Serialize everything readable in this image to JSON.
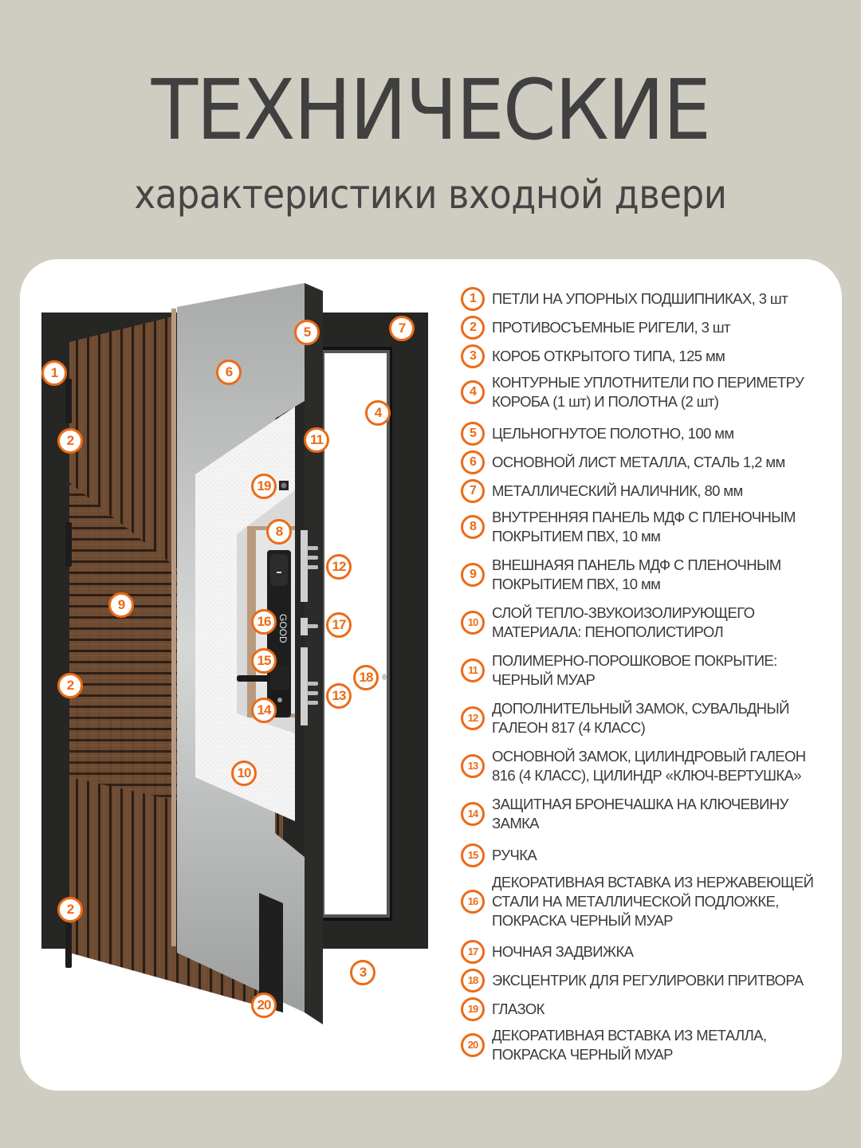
{
  "header": {
    "title": "ТЕХНИЧЕСКИЕ",
    "subtitle": "характеристики входной двери"
  },
  "colors": {
    "background": "#cfcdc2",
    "card": "#ffffff",
    "accent_orange": "#ec6b17",
    "text_dark": "#3a3a3a",
    "door_frame": "#262624",
    "wood": "#6b4a33"
  },
  "door_callouts": [
    {
      "num": "1",
      "label_ref": "specs.items.0"
    },
    {
      "num": "2",
      "label_ref": "specs.items.1"
    },
    {
      "num": "3",
      "label_ref": "specs.items.2"
    },
    {
      "num": "4",
      "label_ref": "specs.items.3"
    },
    {
      "num": "5",
      "label_ref": "specs.items.4"
    },
    {
      "num": "6",
      "label_ref": "specs.items.5"
    },
    {
      "num": "7",
      "label_ref": "specs.items.6"
    },
    {
      "num": "8",
      "label_ref": "specs.items.7"
    },
    {
      "num": "9",
      "label_ref": "specs.items.8"
    },
    {
      "num": "10",
      "label_ref": "specs.items.9"
    },
    {
      "num": "11",
      "label_ref": "specs.items.10"
    },
    {
      "num": "12",
      "label_ref": "specs.items.11"
    },
    {
      "num": "13",
      "label_ref": "specs.items.12"
    },
    {
      "num": "14",
      "label_ref": "specs.items.13"
    },
    {
      "num": "15",
      "label_ref": "specs.items.14"
    },
    {
      "num": "16",
      "label_ref": "specs.items.15"
    },
    {
      "num": "17",
      "label_ref": "specs.items.16"
    },
    {
      "num": "18",
      "label_ref": "specs.items.17"
    },
    {
      "num": "19",
      "label_ref": "specs.items.18"
    },
    {
      "num": "20",
      "label_ref": "specs.items.19"
    }
  ],
  "lock_plate_text": "GOOD",
  "specs": {
    "items": [
      {
        "num": "1",
        "text": "ПЕТЛИ НА УПОРНЫХ ПОДШИПНИКАХ, 3 шт"
      },
      {
        "num": "2",
        "text": "ПРОТИВОСЪЕМНЫЕ РИГЕЛИ, 3 шт"
      },
      {
        "num": "3",
        "text": "КОРОБ ОТКРЫТОГО ТИПА, 125 мм"
      },
      {
        "num": "4",
        "text": "КОНТУРНЫЕ УПЛОТНИТЕЛИ ПО ПЕРИМЕТРУ\nКОРОБА (1 шт) И ПОЛОТНА (2 шт)"
      },
      {
        "num": "5",
        "text": "ЦЕЛЬНОГНУТОЕ ПОЛОТНО, 100 мм"
      },
      {
        "num": "6",
        "text": "ОСНОВНОЙ ЛИСТ МЕТАЛЛА, СТАЛЬ 1,2 мм"
      },
      {
        "num": "7",
        "text": "МЕТАЛЛИЧЕСКИЙ НАЛИЧНИК, 80 мм"
      },
      {
        "num": "8",
        "text": "ВНУТРЕННЯЯ ПАНЕЛЬ МДФ С ПЛЕНОЧНЫМ\nПОКРЫТИЕМ ПВХ, 10 мм"
      },
      {
        "num": "9",
        "text": "ВНЕШНАЯЯ ПАНЕЛЬ МДФ С ПЛЕНОЧНЫМ\nПОКРЫТИЕМ ПВХ, 10 мм"
      },
      {
        "num": "10",
        "text": "СЛОЙ ТЕПЛО-ЗВУКОИЗОЛИРУЮЩЕГО\nМАТЕРИАЛА: ПЕНОПОЛИСТИРОЛ"
      },
      {
        "num": "11",
        "text": "ПОЛИМЕРНО-ПОРОШКОВОЕ ПОКРЫТИЕ:\nЧЕРНЫЙ МУАР"
      },
      {
        "num": "12",
        "text": "ДОПОЛНИТЕЛЬНЫЙ ЗАМОК, СУВАЛЬДНЫЙ\nГАЛЕОН 817 (4 КЛАСС)"
      },
      {
        "num": "13",
        "text": "ОСНОВНОЙ ЗАМОК, ЦИЛИНДРОВЫЙ ГАЛЕОН\n816 (4 КЛАСС), ЦИЛИНДР «КЛЮЧ-ВЕРТУШКА»"
      },
      {
        "num": "14",
        "text": "ЗАЩИТНАЯ БРОНЕЧАШКА НА КЛЮЧЕВИНУ\nЗАМКА"
      },
      {
        "num": "15",
        "text": "РУЧКА"
      },
      {
        "num": "16",
        "text": "ДЕКОРАТИВНАЯ ВСТАВКА ИЗ НЕРЖАВЕЮЩЕЙ\nСТАЛИ НА МЕТАЛЛИЧЕСКОЙ ПОДЛОЖКЕ,\nПОКРАСКА ЧЕРНЫЙ МУАР"
      },
      {
        "num": "17",
        "text": "НОЧНАЯ ЗАДВИЖКА"
      },
      {
        "num": "18",
        "text": "ЭКСЦЕНТРИК ДЛЯ РЕГУЛИРОВКИ ПРИТВОРА"
      },
      {
        "num": "19",
        "text": "ГЛАЗОК"
      },
      {
        "num": "20",
        "text": "ДЕКОРАТИВНАЯ ВСТАВКА ИЗ МЕТАЛЛА,\nПОКРАСКА ЧЕРНЫЙ МУАР"
      }
    ]
  }
}
